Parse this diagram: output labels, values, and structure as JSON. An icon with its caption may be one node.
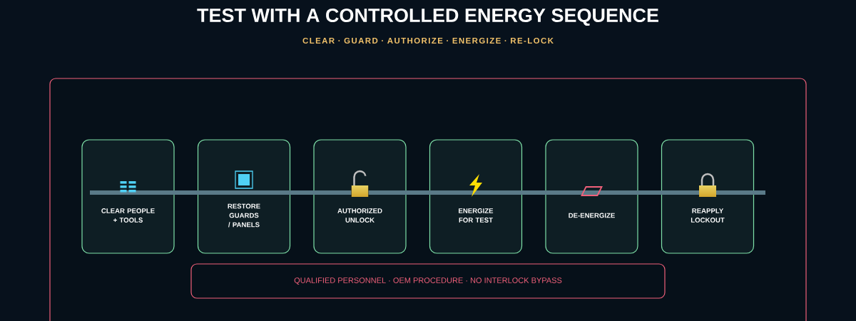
{
  "diagram": {
    "title": "TEST WITH A CONTROLLED ENERGY SEQUENCE",
    "caption": "CLEAR · GUARD · AUTHORIZE · ENERGIZE · RE-LOCK",
    "nodes": [
      {
        "text": [],
        "shape": "box"
      },
      {
        "text": [
          "CLEAR PEOPLE + TOOLS"
        ],
        "in": 0
      },
      {
        "text": [
          "RESTORE GUARDS / PANELS"
        ],
        "in": 0
      },
      {
        "text": [
          "AUTHORIZED UNLOCK"
        ],
        "in": 0
      },
      {
        "text": [
          "ENERGIZE FOR TEST"
        ],
        "in": 0
      },
      {
        "text": [
          "DE-ENERGIZE"
        ],
        "in": 0
      },
      {
        "text": [
          "REAPPLY LOCKOUT"
        ],
        "in": 0
      },
      {
        "text": [
          "QUALIFIED PERSONNEL · OEM PROCEDURE · NO INTERLOCK BYPASS"
        ],
        "in": 0
      }
    ],
    "edges": []
  }
}
